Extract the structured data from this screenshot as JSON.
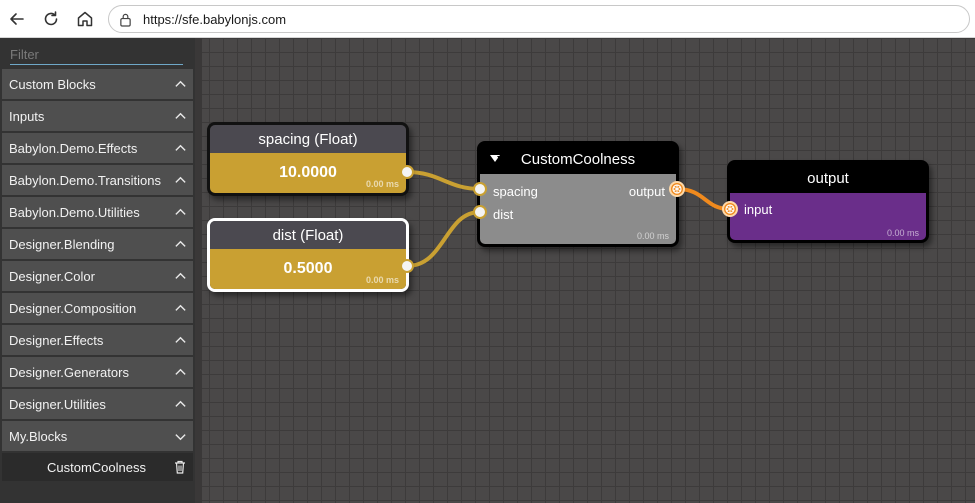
{
  "browser": {
    "url": "https://sfe.babylonjs.com"
  },
  "sidebar": {
    "filter_placeholder": "Filter",
    "categories": [
      {
        "label": "Custom Blocks",
        "expanded": false
      },
      {
        "label": "Inputs",
        "expanded": false
      },
      {
        "label": "Babylon.Demo.Effects",
        "expanded": false
      },
      {
        "label": "Babylon.Demo.Transitions",
        "expanded": false
      },
      {
        "label": "Babylon.Demo.Utilities",
        "expanded": false
      },
      {
        "label": "Designer.Blending",
        "expanded": false
      },
      {
        "label": "Designer.Color",
        "expanded": false
      },
      {
        "label": "Designer.Composition",
        "expanded": false
      },
      {
        "label": "Designer.Effects",
        "expanded": false
      },
      {
        "label": "Designer.Generators",
        "expanded": false
      },
      {
        "label": "Designer.Utilities",
        "expanded": false
      },
      {
        "label": "My.Blocks",
        "expanded": true
      }
    ],
    "my_blocks_items": [
      {
        "label": "CustomCoolness"
      }
    ]
  },
  "graph": {
    "spacing_node": {
      "title": "spacing (Float)",
      "value": "10.0000",
      "timing": "0.00 ms"
    },
    "dist_node": {
      "title": "dist (Float)",
      "value": "0.5000",
      "timing": "0.00 ms"
    },
    "custom_node": {
      "title": "CustomCoolness",
      "inputs": [
        "spacing",
        "dist"
      ],
      "output": "output",
      "timing": "0.00 ms"
    },
    "output_node": {
      "title": "output",
      "input": "input",
      "timing": "0.00 ms"
    }
  },
  "colors": {
    "float_body": "#c9a032",
    "output_body": "#6a2e8a",
    "custom_body": "#8c8c8c",
    "wire_float": "#c9a032",
    "wire_vec": "#f08a1e"
  }
}
